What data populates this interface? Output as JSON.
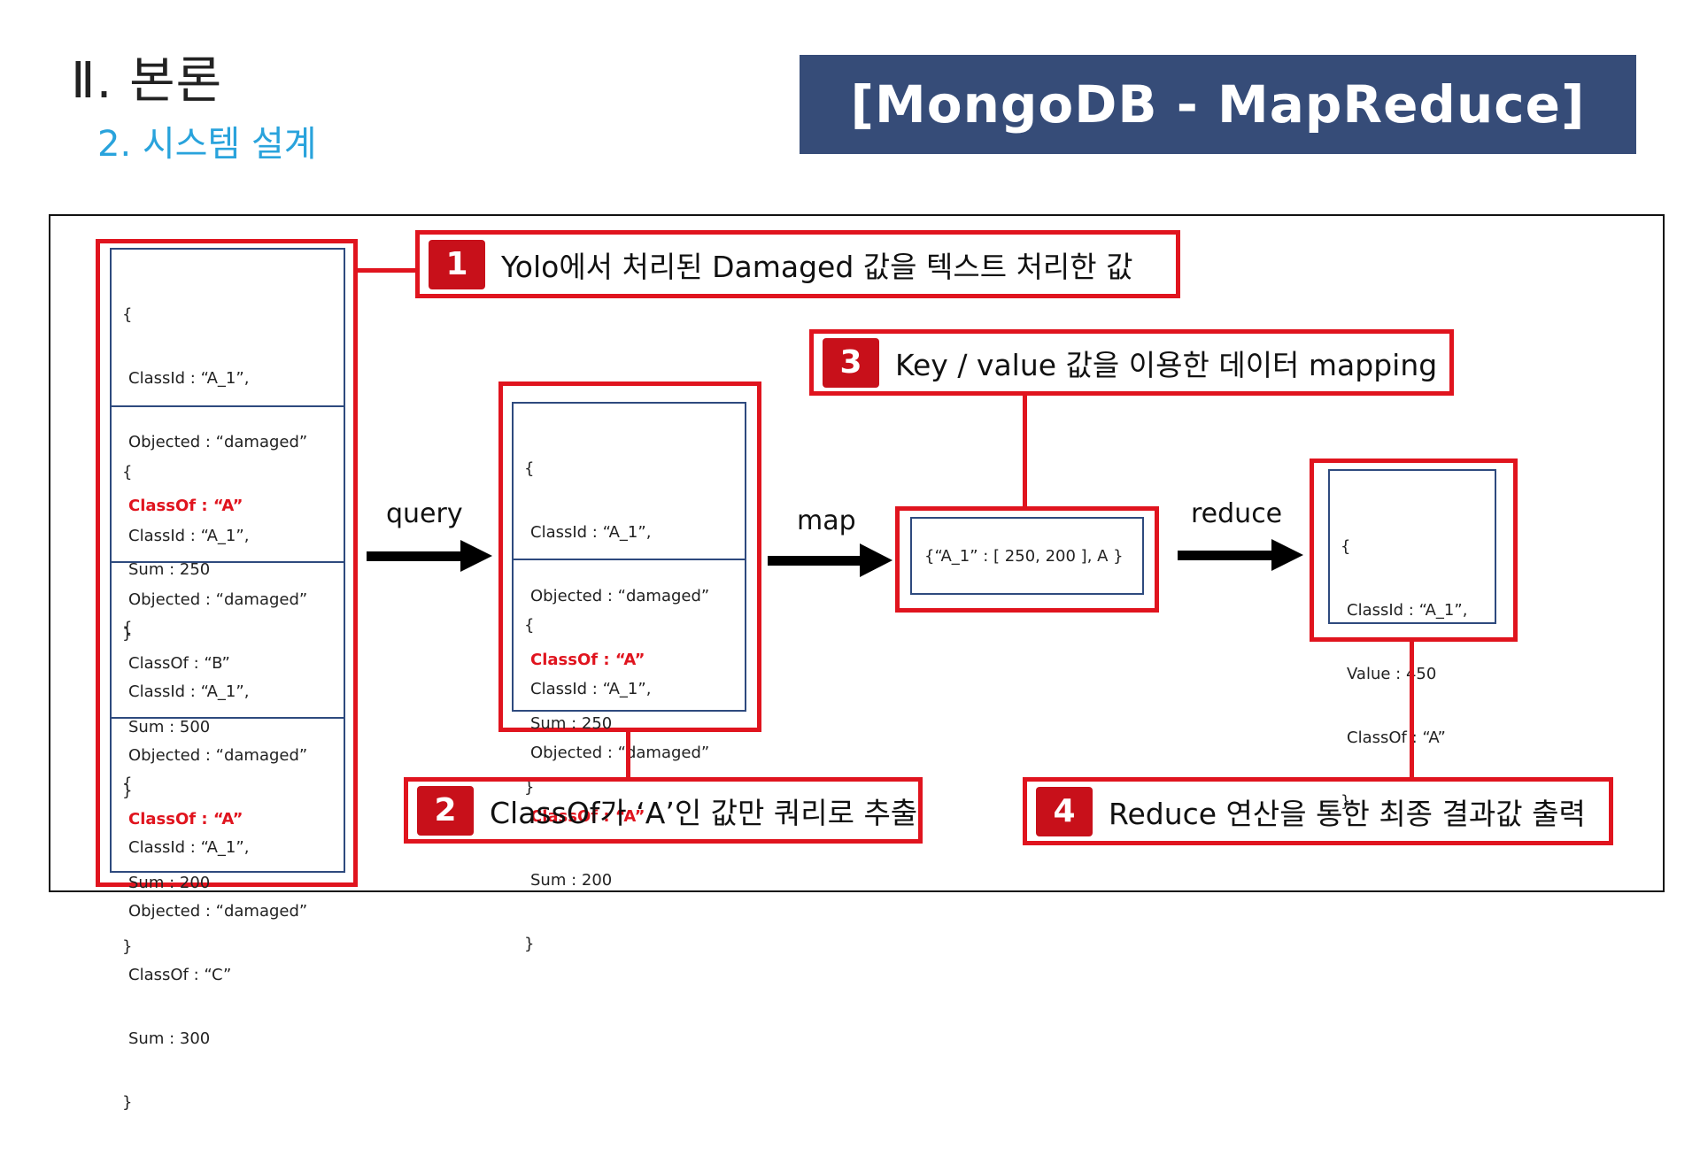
{
  "header": {
    "section_title": "Ⅱ. 본론",
    "section_subtitle": "2. 시스템 설계",
    "banner": "[MongoDB - MapReduce]"
  },
  "source_records": [
    {
      "open": "{",
      "class_id": "ClassId : “A_1”,",
      "objected": "Objected : “damaged”",
      "class_of": "ClassOf : “A”",
      "class_of_highlight": true,
      "sum": "Sum : 250",
      "close": "}"
    },
    {
      "open": "{",
      "class_id": "ClassId : “A_1”,",
      "objected": "Objected : “damaged”",
      "class_of": "ClassOf : “B”",
      "class_of_highlight": false,
      "sum": "Sum : 500",
      "close": "}"
    },
    {
      "open": "{",
      "class_id": "ClassId : “A_1”,",
      "objected": "Objected : “damaged”",
      "class_of": "ClassOf : “A”",
      "class_of_highlight": true,
      "sum": "Sum : 200",
      "close": "}"
    },
    {
      "open": "{",
      "class_id": "ClassId : “A_1”,",
      "objected": "Objected : “damaged”",
      "class_of": "ClassOf : “C”",
      "class_of_highlight": false,
      "sum": "Sum : 300",
      "close": "}"
    }
  ],
  "query_records": [
    {
      "open": "{",
      "class_id": "ClassId : “A_1”,",
      "objected": "Objected : “damaged”",
      "class_of": "ClassOf : “A”",
      "sum": "Sum : 250",
      "close": "}"
    },
    {
      "open": "{",
      "class_id": "ClassId : “A_1”,",
      "objected": "Objected : “damaged”",
      "class_of": "ClassOf : “A”",
      "sum": "Sum : 200",
      "close": "}"
    }
  ],
  "map_result": "{“A_1” : [ 250, 200 ], A }",
  "reduce_result": {
    "open": "{",
    "class_id": "ClassId : “A_1”,",
    "value": "Value : 450",
    "class_of": "ClassOf : “A”",
    "close": "}"
  },
  "arrows": {
    "query": "query",
    "map": "map",
    "reduce": "reduce"
  },
  "callouts": [
    {
      "num": "1",
      "text": "Yolo에서 처리된 Damaged 값을 텍스트 처리한 값"
    },
    {
      "num": "2",
      "text": "ClassOf가 ‘A’인 값만 쿼리로 추출"
    },
    {
      "num": "3",
      "text": "Key / value 값을 이용한 데이터 mapping"
    },
    {
      "num": "4",
      "text": "Reduce 연산을 통한 최종 결과값 출력"
    }
  ],
  "colors": {
    "accent_red": "#e0141e",
    "badge_red": "#c8101a",
    "banner_navy": "#364c78",
    "box_blue": "#2e4a7e",
    "subtitle_blue": "#29a3dc"
  }
}
